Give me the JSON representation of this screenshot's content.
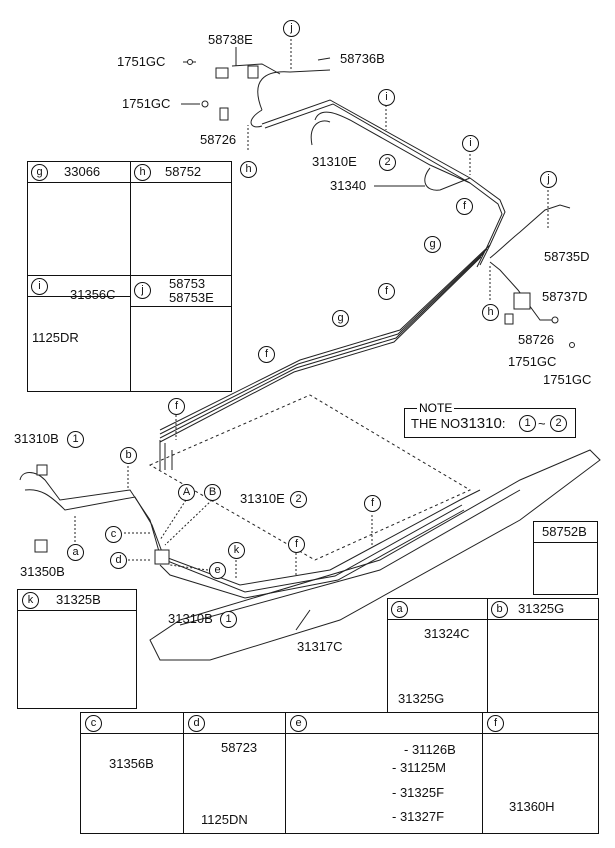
{
  "parts": {
    "p58738E": "58738E",
    "p58736B": "58736B",
    "p1751GC_a": "1751GC",
    "p1751GC_b": "1751GC",
    "p58726_a": "58726",
    "p31310E2_top": "31310E",
    "p31340": "31340",
    "p58735D": "58735D",
    "p58737D": "58737D",
    "p58726_b": "58726",
    "p1751GC_c": "1751GC",
    "p1751GC_d": "1751GC",
    "p31310B1_left": "31310B",
    "p31350B": "31350B",
    "p31310E2_mid": "31310E",
    "p31310B1_bottom": "31310B",
    "p31317C": "31317C",
    "pA": "A",
    "pB": "B"
  },
  "callouts": {
    "j": "j",
    "i": "i",
    "h": "h",
    "g": "g",
    "f": "f",
    "a": "a",
    "b": "b",
    "c": "c",
    "d": "d",
    "e": "e",
    "k": "k",
    "one": "1",
    "two": "2"
  },
  "note": {
    "title": "NOTE",
    "text": "THE NO",
    "num": "31310",
    "sep": ":",
    "range_sep": "~"
  },
  "boxes": {
    "g": {
      "letter": "g",
      "code": "33066"
    },
    "h": {
      "letter": "h",
      "code": "58752"
    },
    "i": {
      "letter": "i",
      "code": "31356C",
      "sub": "1125DR"
    },
    "j": {
      "letter": "j",
      "code1": "58753",
      "code2": "58753E"
    },
    "k": {
      "letter": "k",
      "code": "31325B"
    },
    "p58752B": "58752B",
    "a": {
      "letter": "a",
      "code1": "31324C",
      "code2": "31325G"
    },
    "b": {
      "letter": "b",
      "code": "31325G"
    },
    "c": {
      "letter": "c",
      "code": "31356B"
    },
    "d": {
      "letter": "d",
      "code1": "58723",
      "code2": "1125DN"
    },
    "e": {
      "letter": "e",
      "c1": "31126B",
      "c2": "31125M",
      "c3": "31325F",
      "c4": "31327F"
    },
    "f": {
      "letter": "f",
      "code": "31360H"
    }
  }
}
